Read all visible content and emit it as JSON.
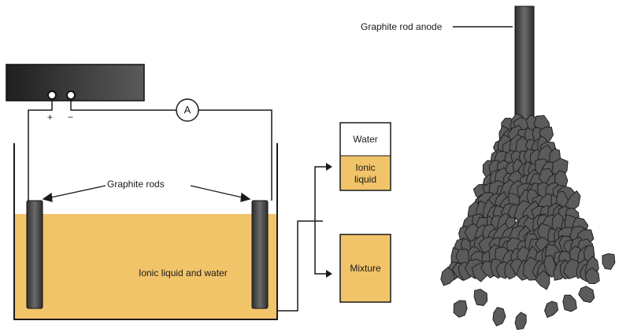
{
  "labels": {
    "plus": "+",
    "minus": "−",
    "ammeter": "A",
    "graphite_rods": "Graphite rods",
    "ionic_liquid_and_water": "Ionic liquid and water",
    "water": "Water",
    "ionic_liquid": "Ionic\nliquid",
    "mixture": "Mixture",
    "graphite_rod_anode": "Graphite rod anode"
  },
  "colors": {
    "liquid": "#f2c46a",
    "rod": "#3f3f3f",
    "power_supply": "#3a3a3a",
    "flake": "#5b5b5b",
    "wire": "#1a1a1a"
  }
}
